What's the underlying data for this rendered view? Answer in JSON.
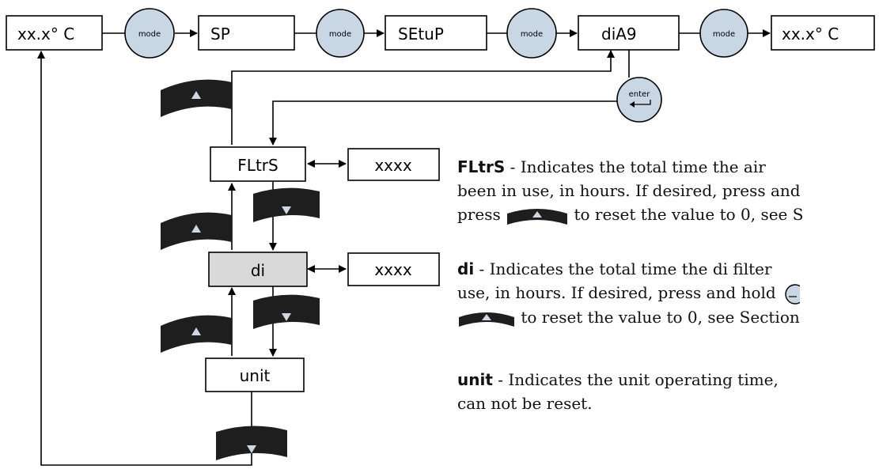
{
  "top_row": {
    "temp_display_1": "xx.x° C",
    "sp_display": "SP",
    "setup_display": "SEtuP",
    "diag_display": "diA9",
    "temp_display_2": "xx.x° C"
  },
  "buttons": {
    "mode_label": "mode",
    "enter_label": "enter"
  },
  "menu": {
    "filters_label": "FLtrS",
    "filters_value": "xxxx",
    "di_label": "di",
    "di_value": "xxxx",
    "unit_label": "unit"
  },
  "descriptions": {
    "fltrs": {
      "keyword": "FLtrS",
      "line1": " -  Indicates the total time the air",
      "line2": "been in use, in hours. If desired, press and",
      "line3_pre": "press ",
      "line3_post": "  to reset the value to 0, see S"
    },
    "di": {
      "keyword": "di",
      "line1": " -  Indicates the total time the di filter",
      "line2": "use, in hours. If desired, press and hold ",
      "line3_post": "  to reset the value to 0, see Section"
    },
    "unit": {
      "keyword": "unit",
      "line1": " -  Indicates the unit operating time,",
      "line2": "can not be reset."
    }
  },
  "colors": {
    "button_fill": "#c9d6e3",
    "highlight_box_fill": "#d9d9d9",
    "arc_key_fill": "#1e1e1e"
  }
}
